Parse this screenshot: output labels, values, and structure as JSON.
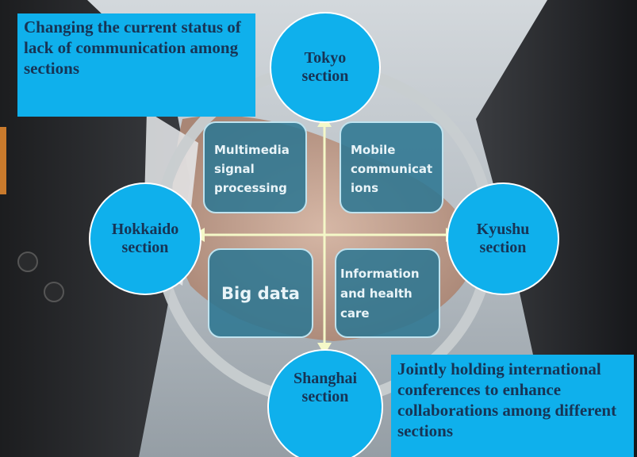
{
  "callouts": {
    "top": "Changing the current status of lack of communication among sections",
    "bottom": "Jointly holding international conferences to enhance collaborations among different sections"
  },
  "sections": {
    "tokyo": [
      "Tokyo",
      "section"
    ],
    "hokkaido": [
      "Hokkaido",
      "section"
    ],
    "kyushu": [
      "Kyushu",
      "section"
    ],
    "shanghai": [
      "Shanghai",
      "section"
    ]
  },
  "topics": {
    "multimedia": [
      "Multimedia",
      "signal",
      "processing"
    ],
    "mobile": [
      "Mobile",
      "communicat",
      "ions"
    ],
    "big_data": "Big data",
    "health": [
      "Information",
      "and health",
      "care"
    ]
  },
  "colors": {
    "node_fill": "#0fb0ec",
    "text_dark": "#173455",
    "box_fill": "#2d7692",
    "ring": "#c8cdd0",
    "arrow": "#f4f8c8"
  }
}
